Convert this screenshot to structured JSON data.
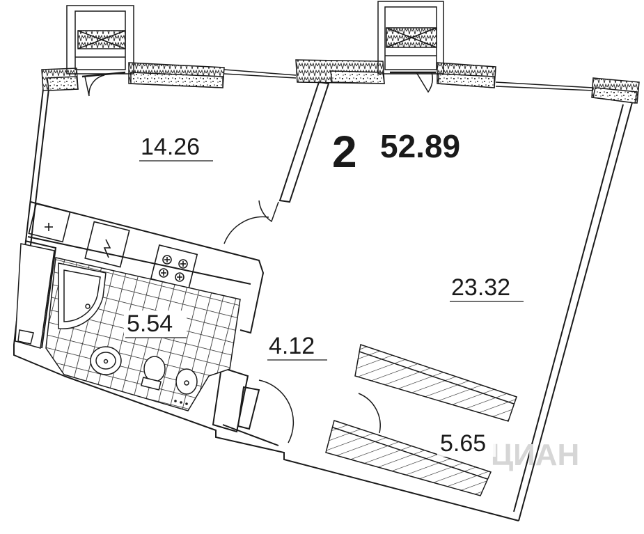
{
  "plan": {
    "rooms_count": "2",
    "total_area": "52.89",
    "rooms": [
      {
        "id": "room-bedroom",
        "area": "14.26"
      },
      {
        "id": "room-living",
        "area": "23.32"
      },
      {
        "id": "room-bathroom-kitchen",
        "area": "5.54"
      },
      {
        "id": "room-hallway",
        "area": "4.12"
      },
      {
        "id": "room-storage",
        "area": "5.65"
      }
    ],
    "watermark": "ЦИАН",
    "colors": {
      "line": "#1a1a1a",
      "background": "#ffffff",
      "watermark": "#d6d6d6"
    }
  }
}
